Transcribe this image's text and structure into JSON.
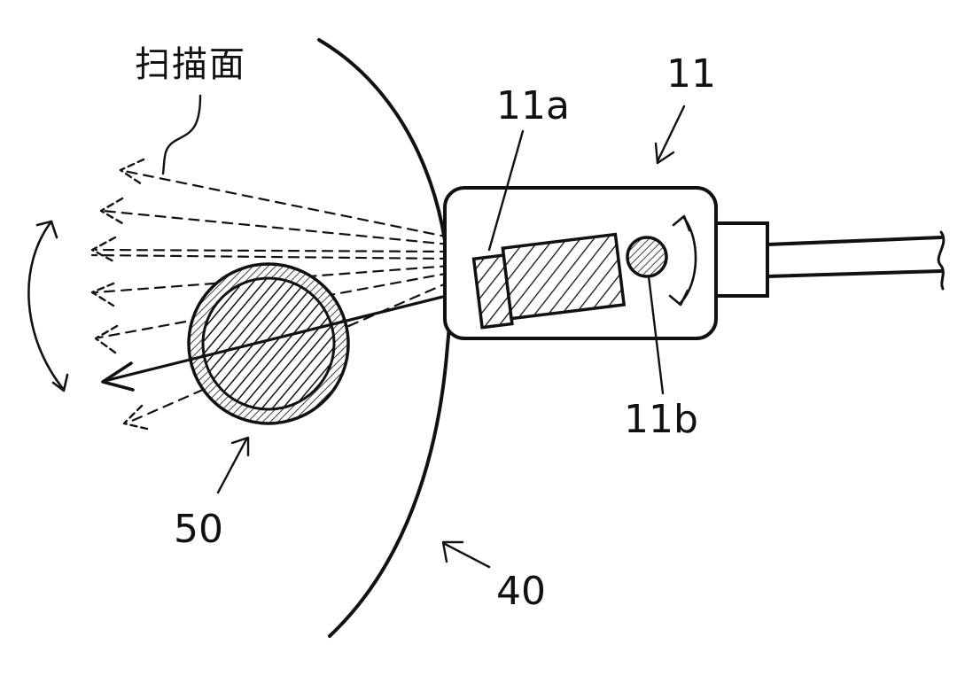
{
  "labels": {
    "scan_plane": "扫描面",
    "probe": "11",
    "transducer": "11a",
    "pivot": "11b",
    "target": "50",
    "skin": "40"
  },
  "colors": {
    "ink": "#111111",
    "background": "#ffffff"
  }
}
